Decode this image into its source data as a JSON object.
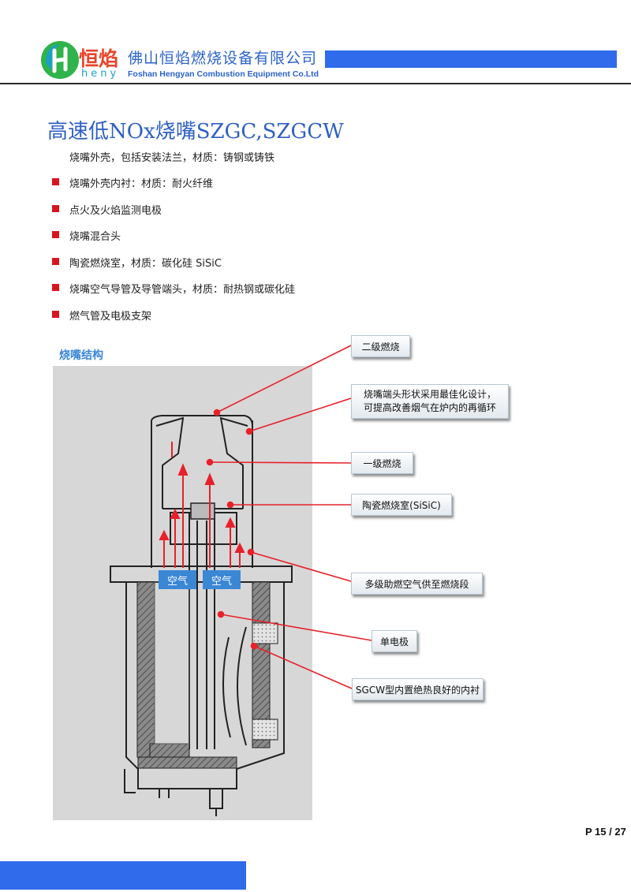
{
  "header": {
    "logo_cn": "恒焰",
    "logo_en": "heny",
    "company_cn": "佛山恒焰燃烧设备有限公司",
    "company_en": "Foshan Hengyan Combustion Equipment Co.Ltd",
    "accent_color": "#2f6bea"
  },
  "title": "高速低NOx烧嘴SZGC,SZGCW",
  "intro": "烧嘴外壳，包括安装法兰，材质：铸钢或铸铁",
  "bullets": [
    "烧嘴外壳内衬：材质：耐火纤维",
    "点火及火焰监测电极",
    "烧嘴混合头",
    "陶瓷燃烧室，材质：碳化硅 SiSiC",
    "烧嘴空气导管及导管端头，材质：耐热钢或碳化硅",
    "燃气管及电极支架"
  ],
  "diagram": {
    "title": "烧嘴结构",
    "air_labels": [
      "空气",
      "空气"
    ],
    "callouts": {
      "secondary": "二级燃烧",
      "tip_line1": "烧嘴端头形状采用最佳化设计，",
      "tip_line2": "可提高改善烟气在炉内的再循环",
      "primary": "一级燃烧",
      "chamber": "陶瓷燃烧室(SiSiC)",
      "multistage": "多级助燃空气供至燃烧段",
      "electrode": "单电极",
      "lining": "SGCW型内置绝热良好的内衬"
    },
    "arrow_color": "#e8202a"
  },
  "page_number": "P 15 / 27"
}
